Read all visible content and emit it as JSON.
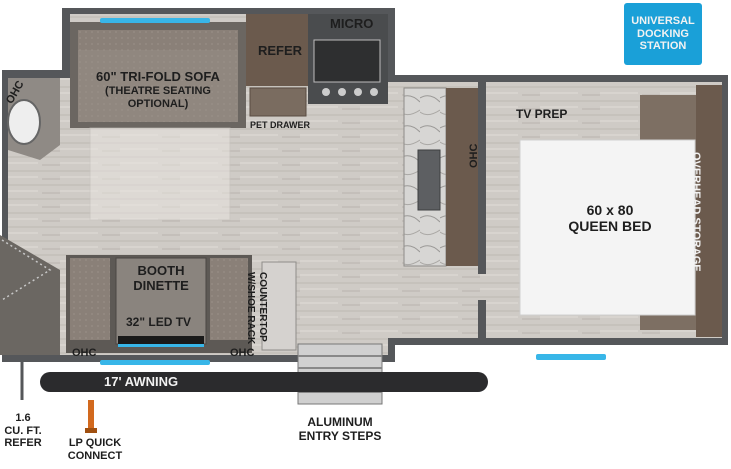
{
  "badge": {
    "label": "UNIVERSAL DOCKING STATION",
    "line1": "UNIVERSAL",
    "line2": "DOCKING",
    "line3": "STATION",
    "color": "#1aa0d8"
  },
  "labels": {
    "micro": "MICRO",
    "refer": "REFER",
    "sofa_line1": "60\" TRI-FOLD SOFA",
    "sofa_line2": "(THEATRE SEATING",
    "sofa_line3": "OPTIONAL)",
    "ohc_left": "OHC",
    "pet_drawer": "PET DRAWER",
    "tv_prep": "TV PREP",
    "ohc_kitchen": "OHC",
    "bed_line1": "60 x 80",
    "bed_line2": "QUEEN BED",
    "overhead_storage": "OVERHEAD STORAGE",
    "booth_line1": "BOOTH",
    "booth_line2": "DINETTE",
    "tv": "32\" LED TV",
    "countertop_line1": "COUNTERTOP",
    "countertop_line2": "W/SHOE RACK",
    "ohc_booth_left": "OHC",
    "ohc_booth_right": "OHC",
    "awning": "17' AWNING",
    "refer_small_line1": "1.6",
    "refer_small_line2": "CU. FT.",
    "refer_small_line3": "REFER",
    "lp_line1": "LP QUICK",
    "lp_line2": "CONNECT",
    "steps_line1": "ALUMINUM",
    "steps_line2": "ENTRY STEPS"
  },
  "colors": {
    "wall": "#55575a",
    "floor": "#cfcbc6",
    "cabinet": "#6b5a4d",
    "fabric": "#8a8078",
    "light": "#38b6e8",
    "lp_valve": "#d2691e"
  }
}
